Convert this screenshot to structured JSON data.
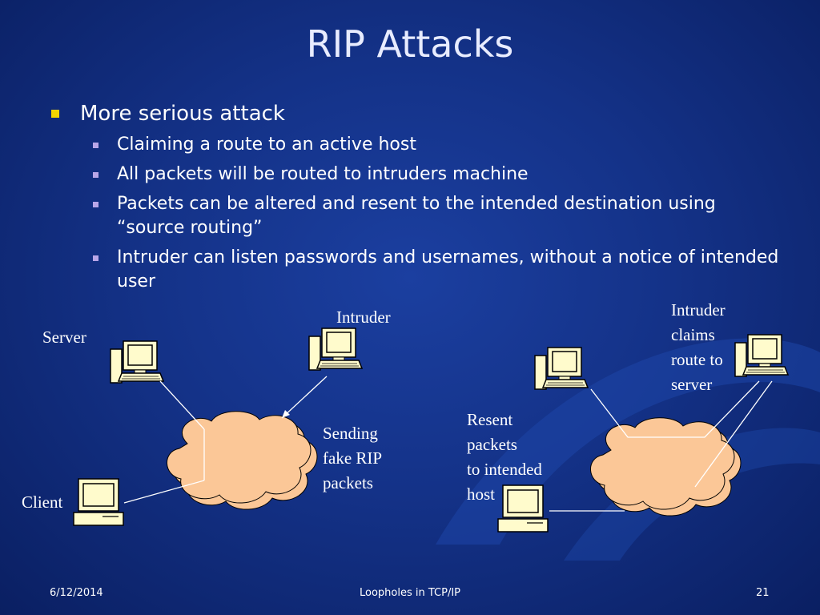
{
  "slide": {
    "title": "RIP Attacks",
    "bullets": {
      "main": "More serious attack",
      "sub": [
        "Claiming a route to an active host",
        "All packets will be routed to intruders machine",
        "Packets can be altered and resent to the intended destination using “source routing”",
        "Intruder can listen passwords and usernames, without a notice of intended user"
      ]
    },
    "diagram_left": {
      "server": "Server",
      "intruder": "Intruder",
      "client": "Client",
      "sending": "Sending\nfake RIP\npackets"
    },
    "diagram_right": {
      "intruder_claims": "Intruder\nclaims\nroute to\nserver",
      "resent": "Resent\npackets\nto intended\nhost"
    },
    "footer": {
      "date": "6/12/2014",
      "center": "Loopholes in TCP/IP",
      "page": "21"
    },
    "colors": {
      "background": "#143288",
      "cloud": "#fbc797",
      "bullet_main": "#f2d400",
      "bullet_sub": "#b9a6e8",
      "computer": "#fffbcc"
    }
  }
}
